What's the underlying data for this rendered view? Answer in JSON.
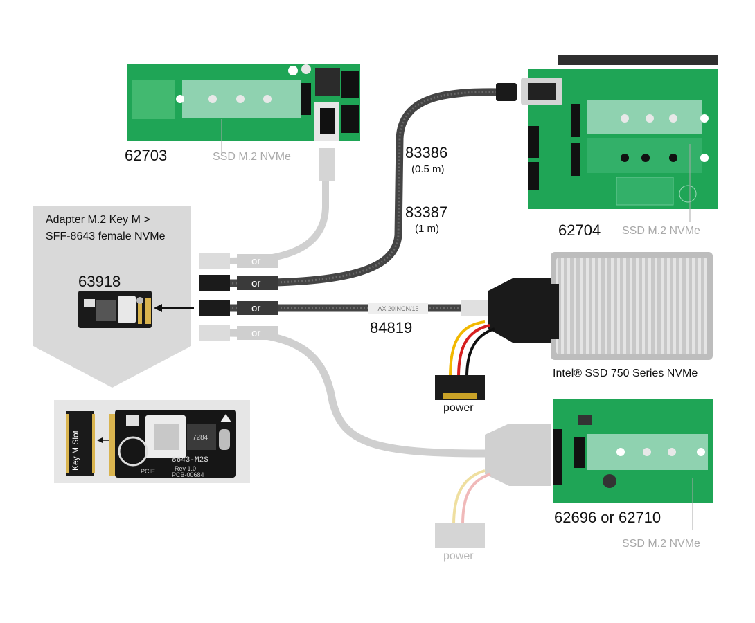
{
  "products": {
    "p62703": {
      "number": "62703",
      "note": "SSD M.2 NVMe"
    },
    "p62704": {
      "number": "62704",
      "note": "SSD M.2 NVMe"
    },
    "p62696": {
      "number": "62696 or 62710",
      "note": "SSD M.2 NVMe"
    },
    "intel": {
      "name": "Intel® SSD 750 Series NVMe"
    }
  },
  "cables": {
    "c83386": {
      "number": "83386",
      "length": "(0.5 m)"
    },
    "c83387": {
      "number": "83387",
      "length": "(1 m)"
    },
    "c84819": {
      "number": "84819",
      "print": "AX 20INCN/15"
    },
    "power_active": "power",
    "power_faded": "power",
    "or_labels": [
      "or",
      "or",
      "or",
      "or"
    ]
  },
  "adapter": {
    "title_line1": "Adapter M.2 Key M >",
    "title_line2": "SFF-8643 female NVMe",
    "number": "63918",
    "slot_label": "Key M Slot",
    "board_marks": [
      "8643-M2S",
      "Rev 1.0",
      "PCB-00684",
      "PCIE",
      "7284"
    ]
  },
  "colors": {
    "pcb_green": "#22a45a",
    "cable": "#3c3c3c",
    "faded": "#d2d2d2",
    "panel": "#d9d9d9"
  }
}
